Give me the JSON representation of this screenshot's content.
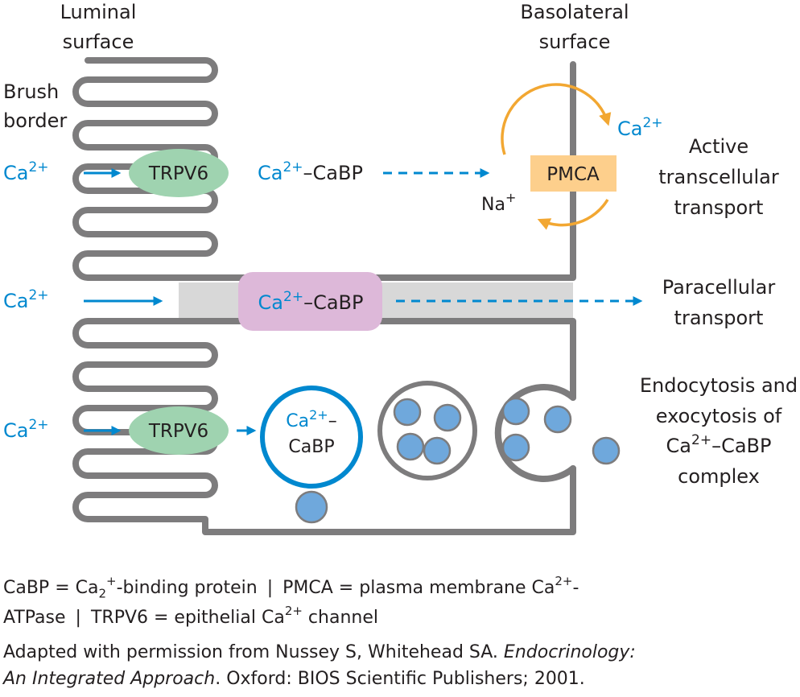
{
  "labels": {
    "luminal_1": "Luminal",
    "luminal_2": "surface",
    "basolateral_1": "Basolateral",
    "basolateral_2": "surface",
    "brush_1": "Brush",
    "brush_2": "border",
    "ca_base": "Ca",
    "ca_sup": "2+",
    "cabp": "–CaBP",
    "cabp_dash": "–",
    "cabp_word": "CaBP",
    "trpv6": "TRPV6",
    "pmca": "PMCA",
    "na_base": "Na",
    "na_sup": "+",
    "active_1": "Active",
    "active_2": "transcellular",
    "active_3": "transport",
    "para_1": "Paracellular",
    "para_2": "transport",
    "endo_1": "Endocytosis and",
    "endo_2": "exocytosis of",
    "endo_3_tail": "–CaBP",
    "endo_4": "complex"
  },
  "legend": {
    "cabp_def_a": "CaBP = Ca",
    "cabp_def_sub": "2",
    "cabp_def_sup": "+",
    "cabp_def_b": "-binding protein",
    "separator": "|",
    "pmca_def_a": "PMCA = plasma membrane Ca",
    "pmca_def_sup": "2+",
    "pmca_def_b": "-",
    "atpase": "ATPase",
    "trpv6_def_a": "TRPV6 = epithelial Ca",
    "trpv6_def_sup": "2+",
    "trpv6_def_b": " channel"
  },
  "credit": {
    "line1_a": "Adapted with permission from Nussey S, Whitehead SA. ",
    "line1_b": "Endocrinology:",
    "line2_a": "An Integrated Approach",
    "line2_b": ". Oxford: BIOS Scientific Publishers; 2001."
  },
  "colors": {
    "membrane": "#7d7c7d",
    "calcium_blue": "#0088cf",
    "trpv6_fill": "#9fd3b0",
    "pmca_fill": "#fdcf8c",
    "pump_arrow": "#f2a732",
    "cabp_fill": "#ddb8d9",
    "junction_fill": "#d8d8d8",
    "vesicle_ion": "#6fa8dc"
  }
}
